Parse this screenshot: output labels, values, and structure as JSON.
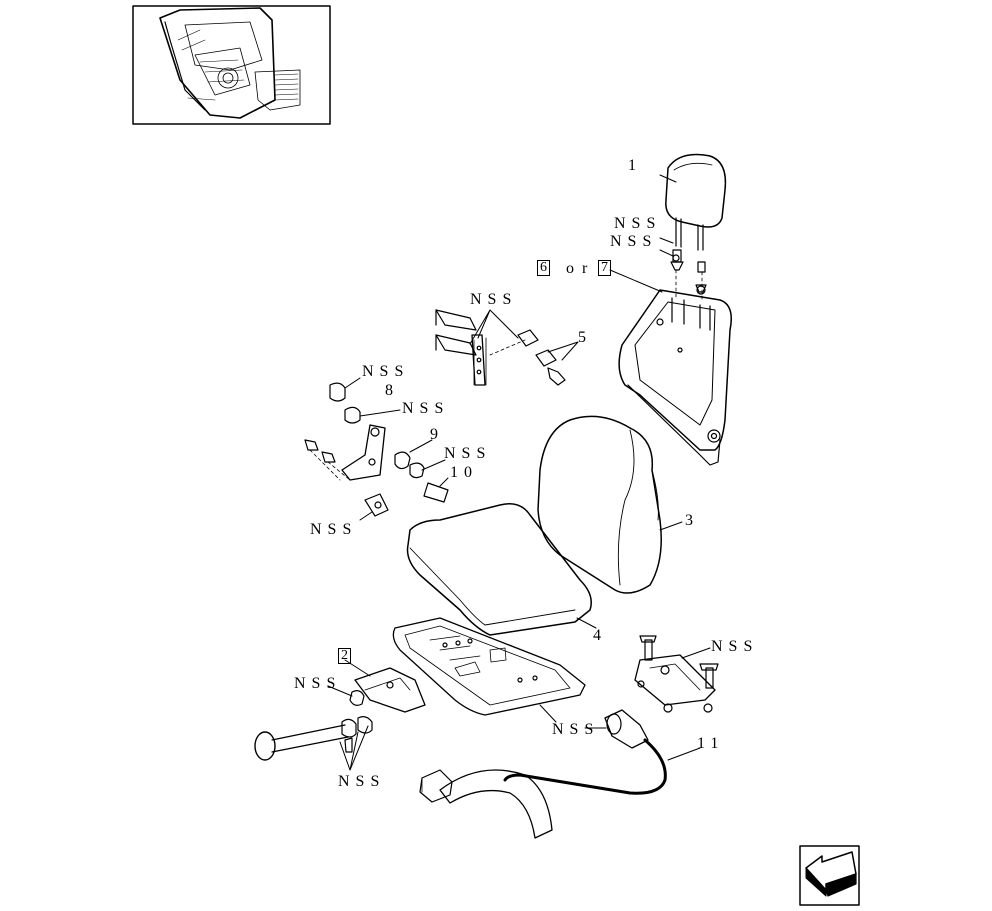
{
  "colors": {
    "ink": "#000000",
    "paper": "#ffffff"
  },
  "icons": {
    "thumbnail": "cab-interior-thumbnail",
    "navigation": "back-arrow-icon"
  },
  "labels": {
    "item_1": "1",
    "nss_headrest_a": "NSS",
    "nss_headrest_b": "NSS",
    "box_6": "6",
    "or_text": "or",
    "box_7": "7",
    "nss_bracket": "NSS",
    "item_5": "5",
    "nss_8": "NSS",
    "item_8": "8",
    "nss_9": "NSS",
    "item_9": "9",
    "nss_10": "NSS",
    "item_10": "10",
    "nss_hinge": "NSS",
    "item_3": "3",
    "item_4": "4",
    "nss_plate": "NSS",
    "box_2": "2",
    "nss_lever": "NSS",
    "nss_base": "NSS",
    "item_11": "11",
    "nss_knob": "NSS"
  }
}
